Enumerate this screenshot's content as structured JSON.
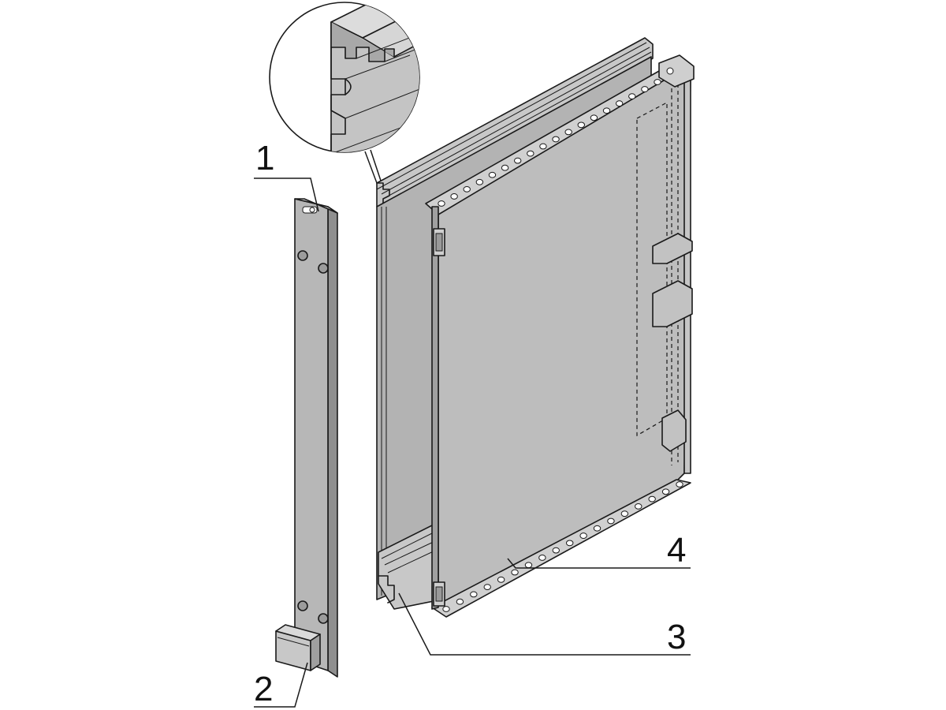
{
  "callouts": [
    {
      "id": "front-panel-top",
      "label": "1"
    },
    {
      "id": "handle",
      "label": "2"
    },
    {
      "id": "guide-rail",
      "label": "3"
    },
    {
      "id": "shield-plate",
      "label": "4"
    }
  ],
  "colors": {
    "panel_fill": "#b9b9b9",
    "panel_dark": "#9a9a9a",
    "panel_light": "#d2d2d2",
    "plate_fill": "#bdbdbd",
    "rail_fill": "#c8c8c8",
    "line": "#1a1a1a",
    "background": "#ffffff"
  }
}
